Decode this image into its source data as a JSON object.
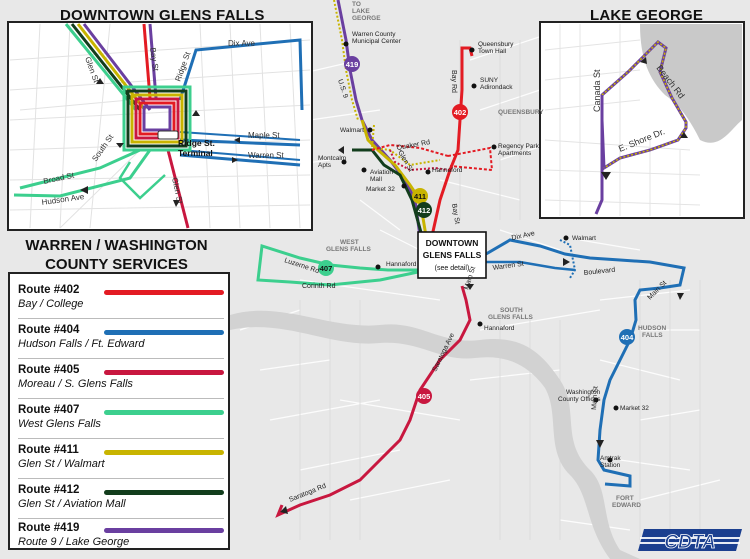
{
  "insets": {
    "downtown_title": "DOWNTOWN GLENS FALLS",
    "lake_title": "LAKE GEORGE"
  },
  "legend": {
    "heading_line1": "WARREN / WASHINGTON",
    "heading_line2": "COUNTY SERVICES",
    "routes": [
      {
        "route": "Route #402",
        "desc": "Bay / College",
        "color": "#e31b23"
      },
      {
        "route": "Route #404",
        "desc": "Hudson Falls / Ft. Edward",
        "color": "#1f6fb5"
      },
      {
        "route": "Route #405",
        "desc": "Moreau / S. Glens Falls",
        "color": "#c8173f"
      },
      {
        "route": "Route #407",
        "desc": "West Glens Falls",
        "color": "#3ccf8e"
      },
      {
        "route": "Route #411",
        "desc": "Glen St / Walmart",
        "color": "#c8b400"
      },
      {
        "route": "Route #412",
        "desc": "Glen St / Aviation Mall",
        "color": "#123d1c"
      },
      {
        "route": "Route #419",
        "desc": "Route 9 / Lake George",
        "color": "#6a3fa0"
      }
    ]
  },
  "downtown_labels": {
    "glen_st_n": "Glen St",
    "bay_st": "Bay St",
    "dix_ave": "Dix Ave",
    "ridge_st": "Ridge St",
    "maple_st": "Maple St",
    "warren_st": "Warren St",
    "ridge_terminal_1": "Ridge St.",
    "ridge_terminal_2": "Terminal",
    "south_st": "South St",
    "broad_st": "Broad St",
    "hudson_ave": "Hudson Ave",
    "glen_st_s": "Glen St"
  },
  "lake_labels": {
    "canada_st": "Canada St",
    "beach_rd": "Beach Rd",
    "shore_dr": "E. Shore Dr."
  },
  "main_labels": {
    "to_lake_george_1": "TO",
    "to_lake_george_2": "LAKE",
    "to_lake_george_3": "GEORGE",
    "us9": "U.S. 9",
    "warren_county_1": "Warren County",
    "warren_county_2": "Municipal Center",
    "queensbury_town_1": "Queensbury",
    "queensbury_town_2": "Town Hall",
    "suny_1": "SUNY",
    "suny_2": "Adirondack",
    "bay_rd": "Bay Rd",
    "queensbury": "QUEENSBURY",
    "walmart_n": "Walmart",
    "quaker_rd": "Quaker Rd",
    "regency_1": "Regency Park",
    "regency_2": "Apartments",
    "montcalm_1": "Montcalm",
    "montcalm_2": "Apts",
    "aviation_1": "Aviation",
    "aviation_2": "Mall",
    "hannaford_n": "Hannaford",
    "market32_n": "Market 32",
    "glen_st": "Glen St",
    "bay_st": "Bay St",
    "downtown_1": "DOWNTOWN",
    "downtown_2": "GLENS FALLS",
    "downtown_3": "(see detail)",
    "west_glens_1": "WEST",
    "west_glens_2": "GLENS FALLS",
    "luzerne_rd": "Luzerne Rd",
    "hannaford_w": "Hannaford",
    "corinth_rd": "Corinth Rd",
    "dix_ave": "Dix Ave",
    "walmart_e": "Walmart",
    "warren_st": "Warren St",
    "boulevard": "Boulevard",
    "main_st_e": "Main St",
    "hudson_falls_1": "HUDSON",
    "hudson_falls_2": "FALLS",
    "south_glens_1": "SOUTH",
    "south_glens_2": "GLENS FALLS",
    "hannaford_s": "Hannaford",
    "main_st_s": "Main St",
    "saratoga_ave": "Saratoga Ave",
    "washington_1": "Washington",
    "washington_2": "County Offices",
    "market32_e": "Market 32",
    "main_st_fe": "Main St",
    "amtrak_1": "Amtrak",
    "amtrak_2": "Station",
    "fort_edward_1": "FORT",
    "fort_edward_2": "EDWARD",
    "saratoga_rd": "Saratoga Rd"
  },
  "badges": {
    "b419": "419",
    "b402": "402",
    "b411": "411",
    "b412": "412",
    "b407": "407",
    "b404": "404",
    "b405": "405"
  },
  "logo_text": "CDTA"
}
